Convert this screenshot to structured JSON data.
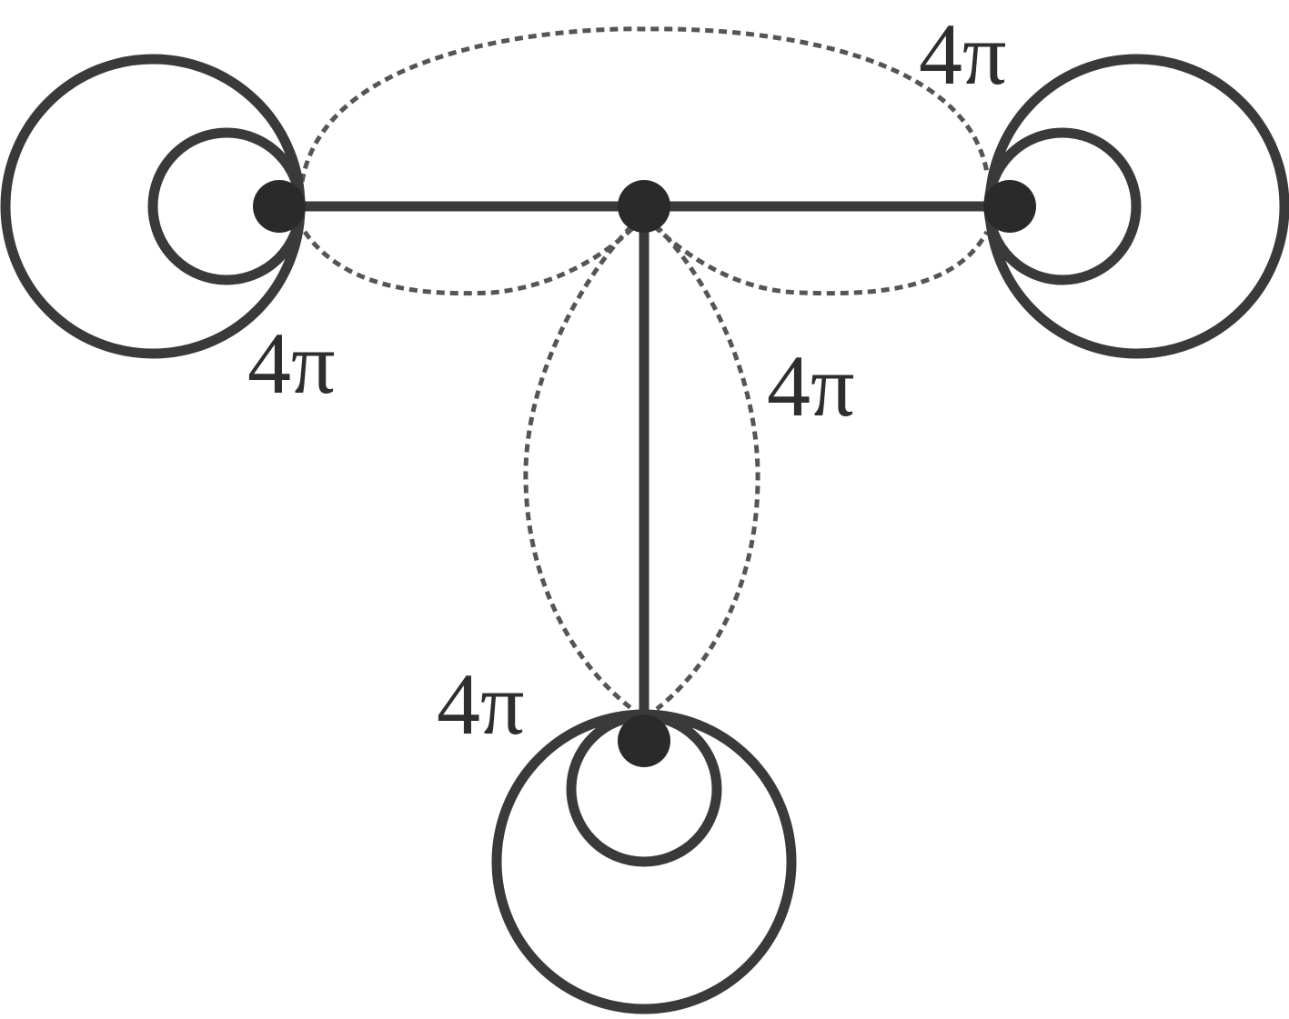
{
  "diagram": {
    "labels": {
      "top_right": "4π",
      "left": "4π",
      "center_right": "4π",
      "bottom": "4π"
    }
  }
}
